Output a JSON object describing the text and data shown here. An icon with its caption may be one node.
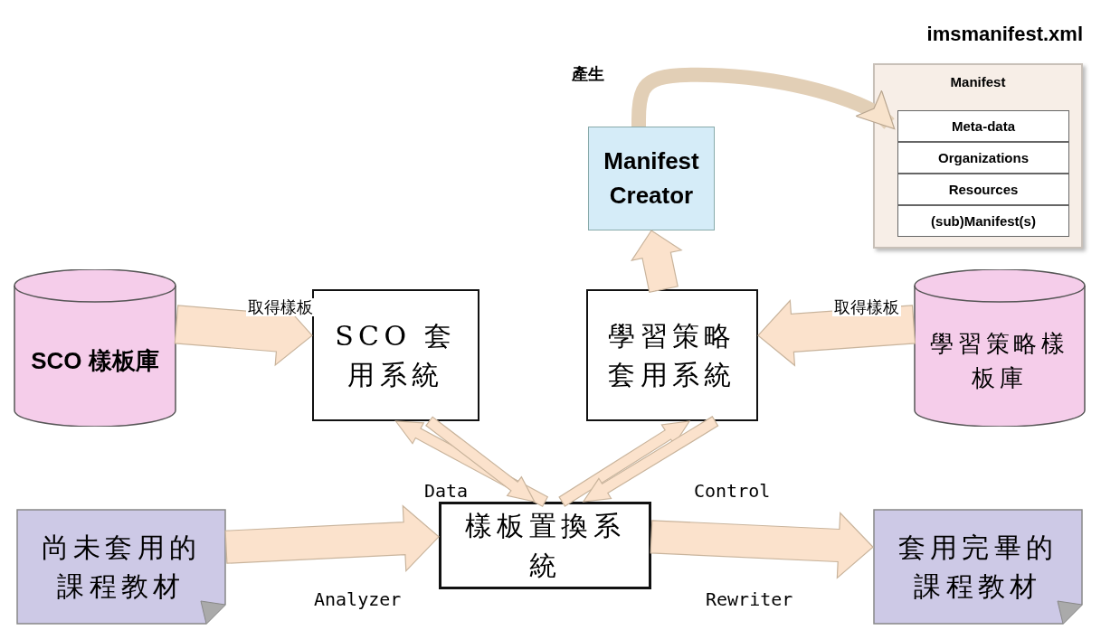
{
  "diagram": {
    "nodes": [
      {
        "text": [
          "SCO 樣板庫"
        ]
      },
      {
        "text": [
          "SCO 套用系統"
        ]
      },
      {
        "text": [
          "學習策略套用系統"
        ]
      },
      {
        "text": [
          "學習策略樣板庫"
        ]
      },
      {
        "text": [
          "Manifest Creator"
        ]
      },
      {
        "text": [
          "imsmanifest.xml",
          "Manifest"
        ]
      },
      {
        "text": [
          "Meta-data"
        ],
        "in": 5
      },
      {
        "text": [
          "Organizations"
        ],
        "in": 5
      },
      {
        "text": [
          "Resources"
        ],
        "in": 5
      },
      {
        "text": [
          "(sub)Manifest(s)"
        ],
        "in": 5
      },
      {
        "text": [
          "尚未套用的課程教材"
        ]
      },
      {
        "text": [
          "樣板置換系統"
        ]
      },
      {
        "text": [
          "套用完畢的課程教材"
        ]
      }
    ],
    "edges": [
      {
        "from": 0,
        "to": 1,
        "arrow": "to",
        "label": "取得樣板"
      },
      {
        "from": 3,
        "to": 2,
        "arrow": "to",
        "label": "取得樣板"
      },
      {
        "from": 11,
        "to": 1,
        "arrow": "to",
        "label": "Data"
      },
      {
        "from": 1,
        "to": 11,
        "arrow": "to"
      },
      {
        "from": 11,
        "to": 2,
        "arrow": "to"
      },
      {
        "from": 2,
        "to": 11,
        "arrow": "to",
        "label": "Control"
      },
      {
        "from": 2,
        "to": 4,
        "arrow": "to"
      },
      {
        "from": 4,
        "to": 5,
        "arrow": "to",
        "label": "產生"
      },
      {
        "from": 10,
        "to": 11,
        "arrow": "to",
        "label": "Analyzer"
      },
      {
        "from": 11,
        "to": 12,
        "arrow": "to",
        "label": "Rewriter"
      }
    ]
  }
}
